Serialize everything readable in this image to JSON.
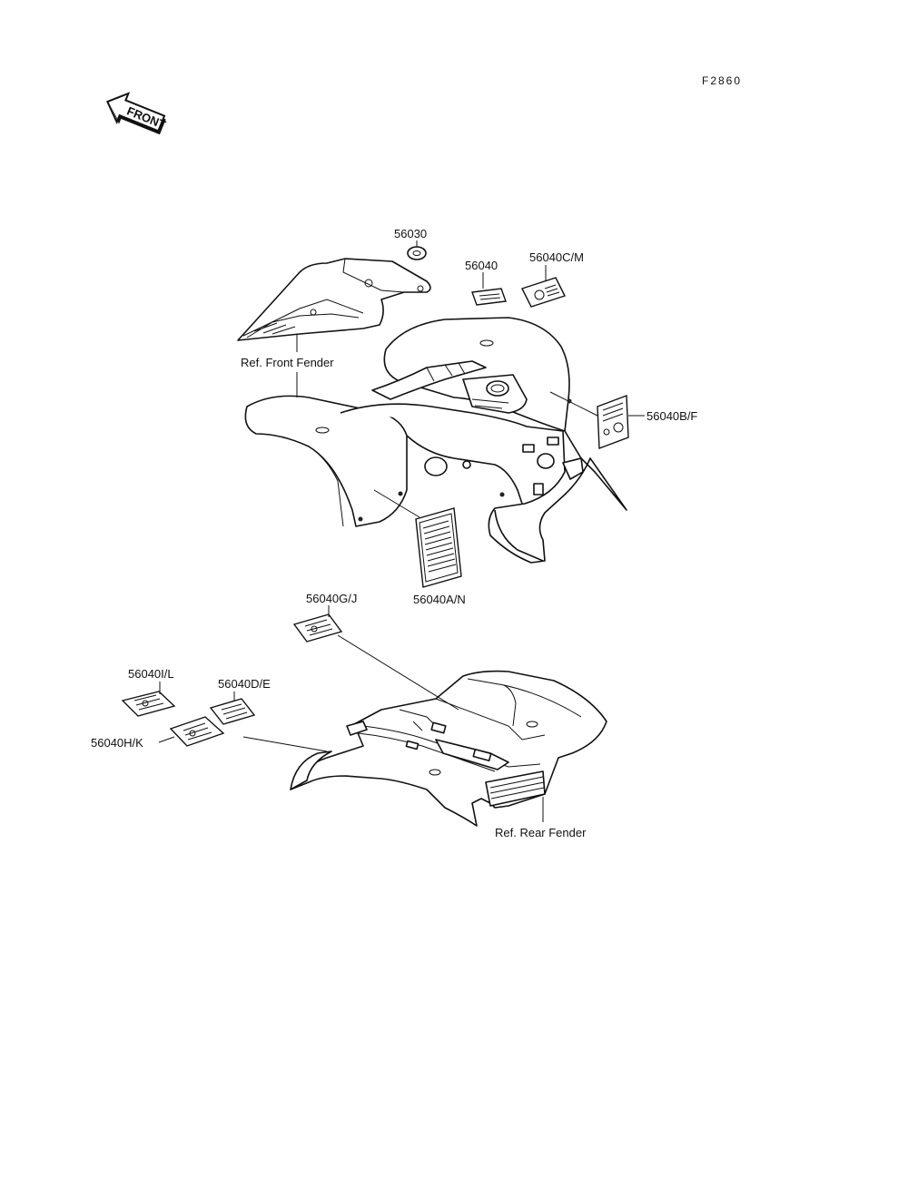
{
  "diagram_code": "F2860",
  "front_arrow_label": "FRONT",
  "labels": {
    "p56030": "56030",
    "p56040": "56040",
    "p56040CM": "56040C/M",
    "p56040BF": "56040B/F",
    "p56040AN": "56040A/N",
    "p56040GJ": "56040G/J",
    "p56040IL": "56040I/L",
    "p56040DE": "56040D/E",
    "p56040HK": "56040H/K",
    "ref_front_fender": "Ref. Front Fender",
    "ref_rear_fender": "Ref. Rear Fender"
  }
}
